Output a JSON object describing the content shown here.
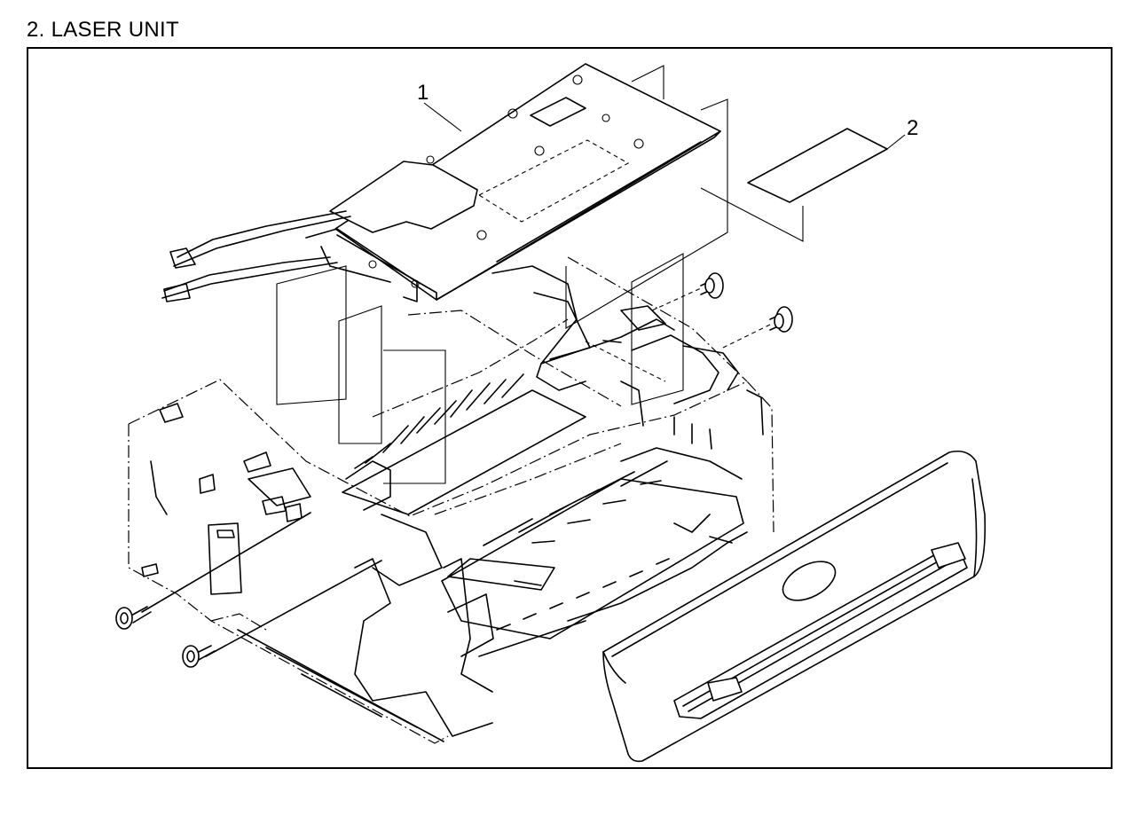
{
  "title": "2. LASER UNIT",
  "callouts": {
    "part1": "1",
    "part2": "2"
  },
  "parts": [
    {
      "number": "1",
      "name": ""
    },
    {
      "number": "2",
      "name": ""
    }
  ],
  "colors": {
    "ink": "#000000",
    "paper": "#ffffff"
  }
}
